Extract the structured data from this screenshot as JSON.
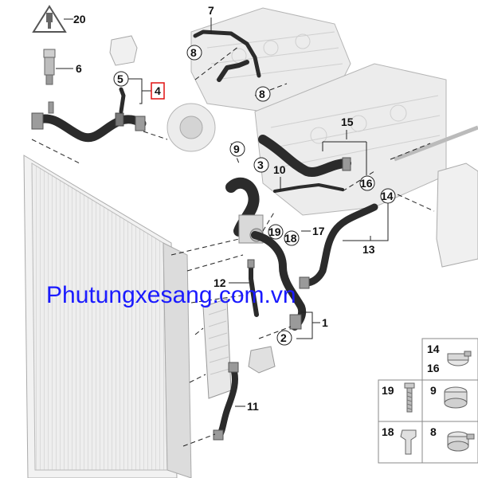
{
  "labels": {
    "n20": "20",
    "n6": "6",
    "n5": "5",
    "n4": "4",
    "n7": "7",
    "n8a": "8",
    "n8b": "8",
    "n15": "15",
    "n9": "9",
    "n3": "3",
    "n10": "10",
    "n16": "16",
    "n14": "14",
    "n17": "17",
    "n19": "19",
    "n18": "18",
    "n13": "13",
    "n12": "12",
    "n1": "1",
    "n2": "2",
    "n11": "11"
  },
  "parts_table": {
    "p14": "14",
    "p16": "16",
    "p19": "19",
    "p9": "9",
    "p18": "18",
    "p8": "8"
  },
  "watermark": "Phutungxesang.com.vn",
  "colors": {
    "highlight_box": "#e01010",
    "watermark": "#1a1aff",
    "hose": "#2b2b2b"
  }
}
